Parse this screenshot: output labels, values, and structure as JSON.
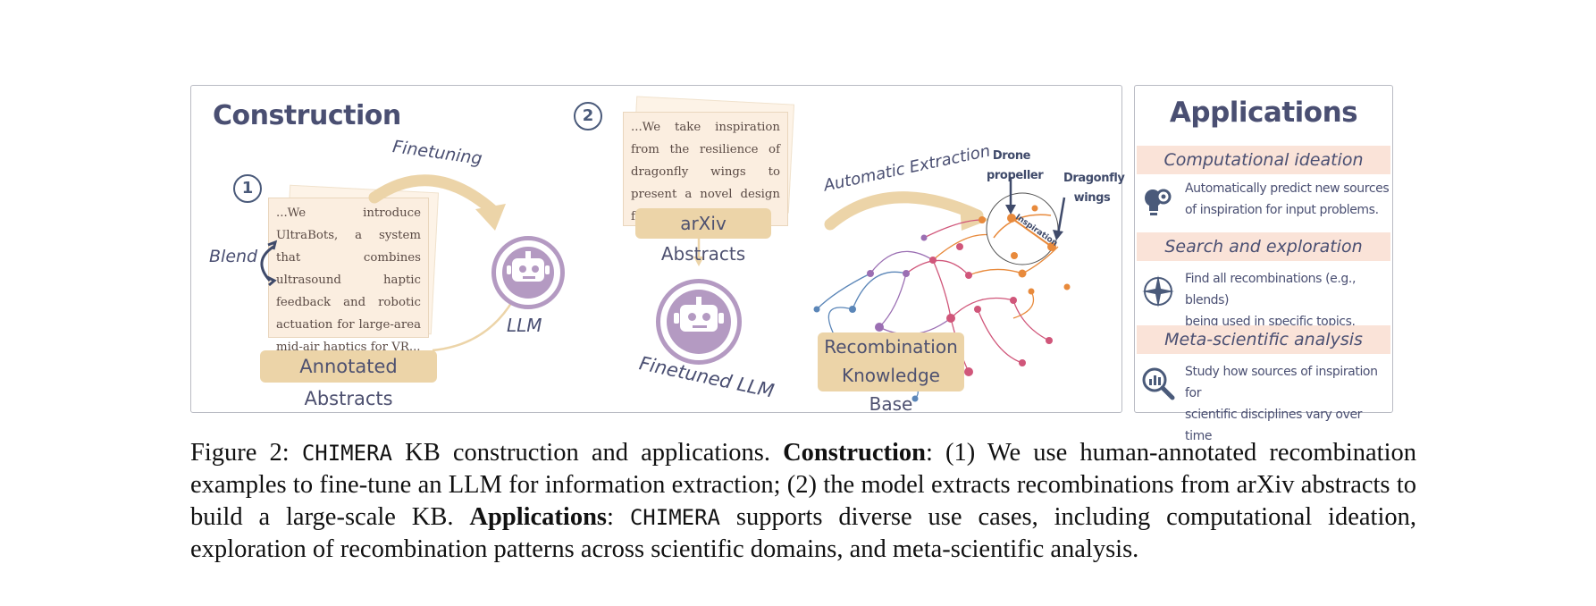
{
  "construction": {
    "title": "Construction",
    "step1": "1",
    "step2": "2",
    "finetuning_label": "Finetuning",
    "blend_label": "Blend",
    "annotated_excerpt": "...We introduce UltraBots, a system that combines ultrasound haptic feedback and robotic actuation for large-area mid-air haptics for VR...",
    "annotated_label": "Annotated Abstracts",
    "llm_label": "LLM",
    "arxiv_excerpt": "...We take inspiration from the resilience of dragonfly wings to present a novel design for a drone propeller...",
    "arxiv_label": "arXiv Abstracts",
    "finetuned_llm_label": "Finetuned LLM",
    "automatic_extraction_label": "Automatic Extraction",
    "kb_label_line1": "Recombination",
    "kb_label_line2": "Knowledge Base",
    "drone_label_line1": "Drone",
    "drone_label_line2": "propeller",
    "dragonfly_label_line1": "Dragonfly",
    "dragonfly_label_line2": "wings",
    "inspiration_label": "Inspiration",
    "colors": {
      "node_orange": "#e88a3c",
      "node_pink": "#d0567a",
      "node_purple": "#9b6fb3",
      "node_blue": "#5b86b8",
      "label_tan": "#ecd4a8",
      "robot_purple": "#b49ac2"
    }
  },
  "applications": {
    "title": "Applications",
    "items": [
      {
        "heading": "Computational ideation",
        "desc_line1": "Automatically predict new sources",
        "desc_line2": "of inspiration for input problems.",
        "icon": "lightbulb-gear-icon"
      },
      {
        "heading": "Search and exploration",
        "desc_line1": "Find all recombinations (e.g., blends)",
        "desc_line2": "being used in specific topics.",
        "icon": "compass-icon"
      },
      {
        "heading": "Meta-scientific analysis",
        "desc_line1": "Study how sources of inspiration for",
        "desc_line2": "scientific disciplines vary over time",
        "icon": "magnifier-chart-icon"
      }
    ]
  },
  "caption": {
    "prefix": "Figure 2: ",
    "system_name": "CHIMERA",
    "part1": " KB construction and applications. ",
    "construction_bold": "Construction",
    "part2": ": (1) We use human-annotated recombination examples to fine-tune an LLM for information extraction; (2) the model extracts recombinations from arXiv abstracts to build a large-scale KB. ",
    "applications_bold": "Applications",
    "part3": ": ",
    "system_name2": "CHIMERA",
    "part4": " supports diverse use cases, including computational ideation, exploration of recombination patterns across scientific domains, and meta-scientific analysis."
  }
}
